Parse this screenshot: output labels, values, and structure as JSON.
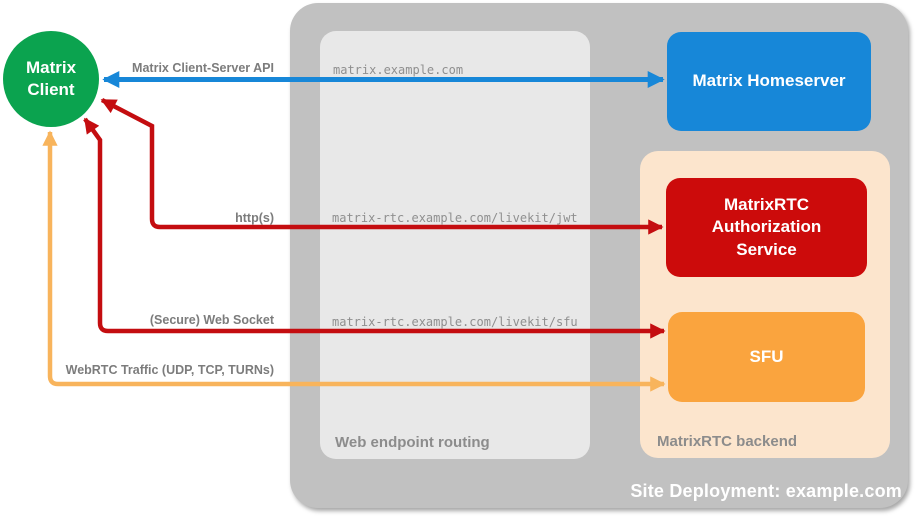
{
  "diagram_title": "Site Deployment: example.com",
  "colors": {
    "client_green": "#0BA34F",
    "homeserver_blue": "#1787D8",
    "auth_red": "#CC0B0B",
    "sfu_orange": "#FAA43E",
    "arrow_blue": "#1787D8",
    "arrow_red": "#C40D10",
    "arrow_orange": "#F8B45C",
    "container_gray": "#C1C1C1",
    "routing_gray": "#E8E8E8",
    "backend_peach": "#FCE5CD",
    "label_gray": "#8C8C8C"
  },
  "nodes": {
    "matrix_client": {
      "label": "Matrix Client"
    },
    "matrix_homeserver": {
      "label": "Matrix Homeserver"
    },
    "authorization_service": {
      "label": "MatrixRTC Authorization Service"
    },
    "sfu": {
      "label": "SFU"
    }
  },
  "containers": {
    "site_deployment": {
      "label": "Site Deployment: example.com"
    },
    "web_endpoint_routing": {
      "label": "Web endpoint routing"
    },
    "matrixrtc_backend": {
      "label": "MatrixRTC backend"
    }
  },
  "endpoints": [
    {
      "label": "matrix.example.com"
    },
    {
      "label": "matrix-rtc.example.com/livekit/jwt"
    },
    {
      "label": "matrix-rtc.example.com/livekit/sfu"
    }
  ],
  "arrows": [
    {
      "name": "matrix-client-server-api",
      "label": "Matrix Client-Server API",
      "color": "#1787D8",
      "from": "Matrix Client",
      "to": "Matrix Homeserver",
      "bidirectional": true
    },
    {
      "name": "https",
      "label": "http(s)",
      "color": "#C40D10",
      "from": "Matrix Client",
      "to": "MatrixRTC Authorization Service",
      "bidirectional": true
    },
    {
      "name": "secure-web-socket",
      "label": "(Secure) Web Socket",
      "color": "#C40D10",
      "from": "Matrix Client",
      "to": "SFU",
      "bidirectional": true
    },
    {
      "name": "webrtc-traffic",
      "label": "WebRTC Traffic (UDP, TCP, TURNs)",
      "color": "#F8B45C",
      "from": "Matrix Client",
      "to": "SFU",
      "bidirectional": true
    }
  ]
}
